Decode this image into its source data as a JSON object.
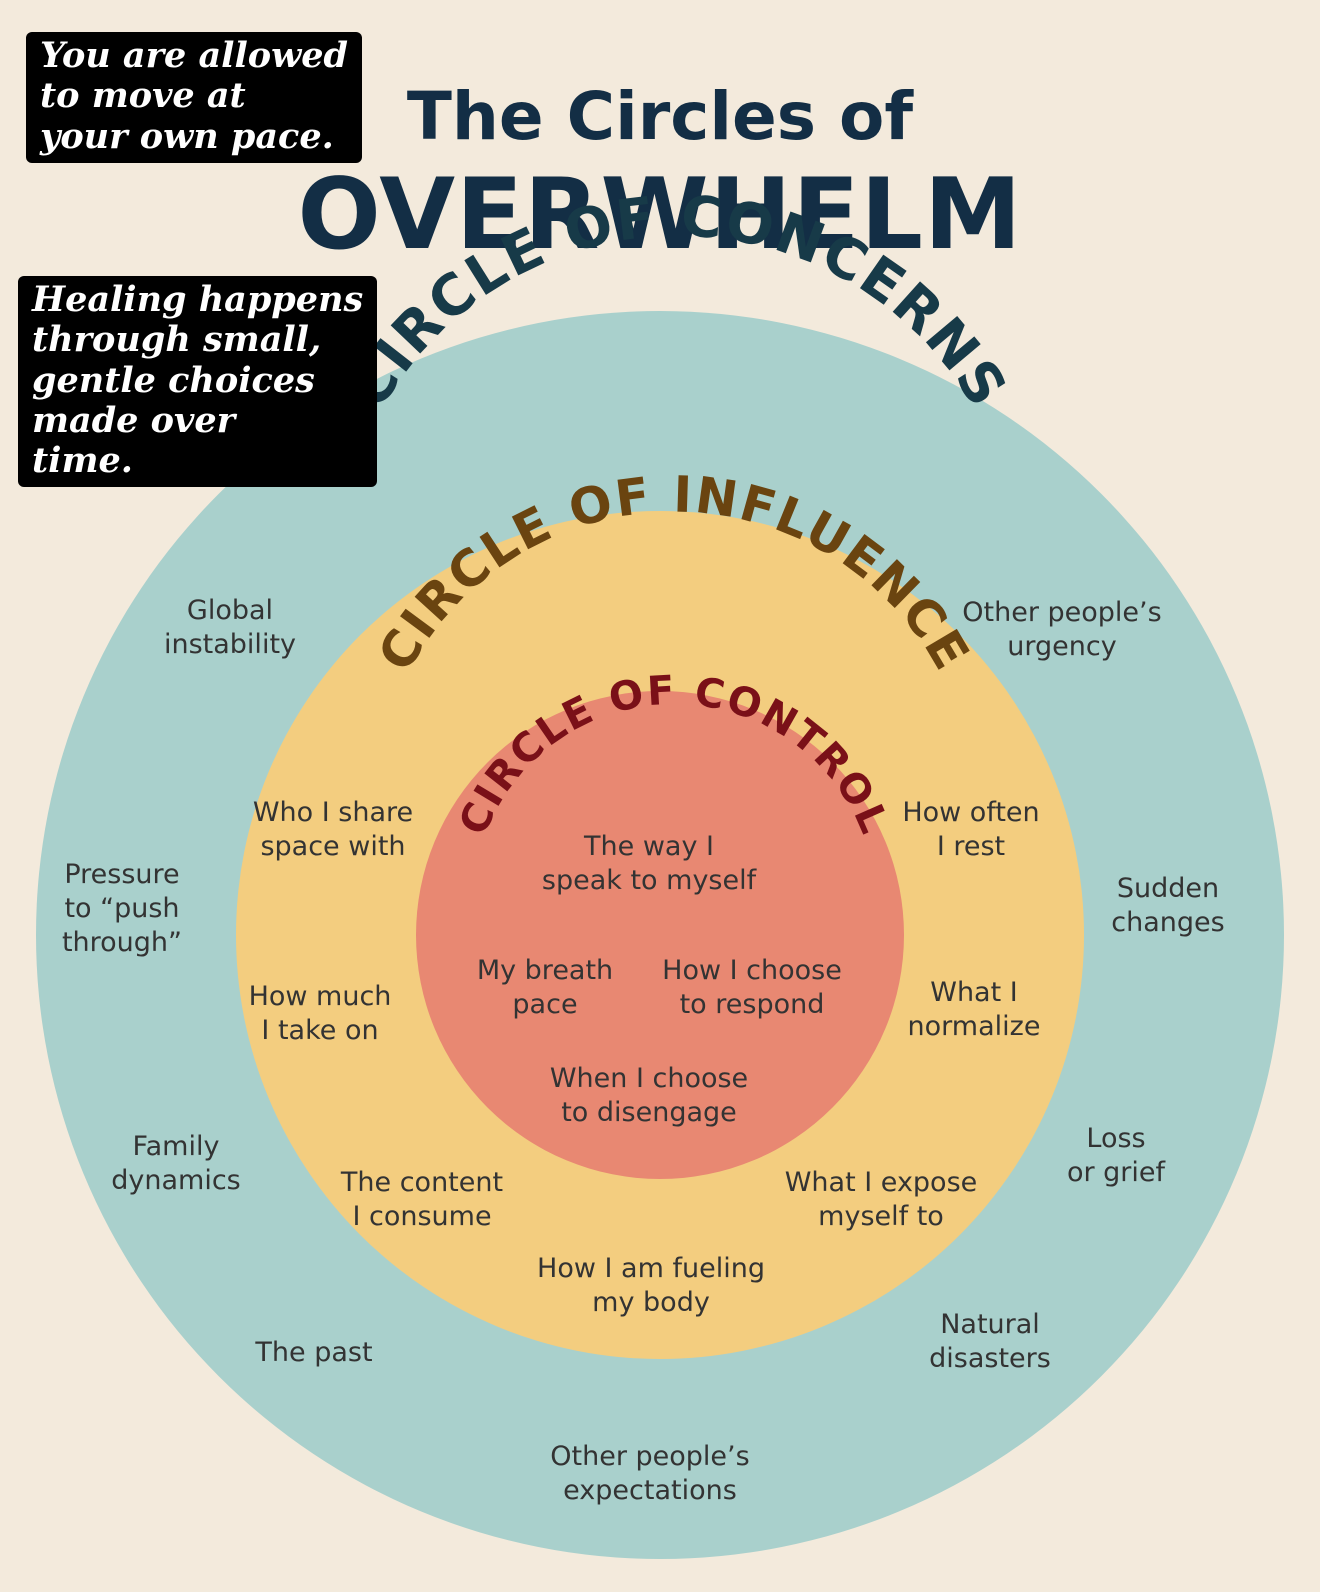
{
  "title": {
    "line1": "The Circles of",
    "line2": "OVERWHELM"
  },
  "captions": {
    "pace": [
      "You are allowed",
      "to move at",
      "your own pace."
    ],
    "healing": [
      "Healing happens",
      "through small,",
      "gentle choices",
      "made over",
      "time."
    ]
  },
  "colors": {
    "background": "#f3eadc",
    "concern_ring": "#a9d0cc",
    "influence_ring": "#f3cd7f",
    "control_core": "#e88872",
    "title": "#132e45",
    "concern_label": "#173a48",
    "influence_label": "#6a4410",
    "control_label": "#7a1018",
    "item_text": "#333333"
  },
  "circles": {
    "concern": {
      "label": "CIRCLE OF CONCERNS",
      "items": [
        [
          "Global",
          "instability"
        ],
        [
          "Other people’s",
          "urgency"
        ],
        [
          "Pressure",
          "to “push",
          "through”"
        ],
        [
          "Sudden",
          "changes"
        ],
        [
          "Family",
          "dynamics"
        ],
        [
          "Loss",
          "or grief"
        ],
        [
          "The past"
        ],
        [
          "Natural",
          "disasters"
        ],
        [
          "Other people’s",
          "expectations"
        ]
      ]
    },
    "influence": {
      "label": "CIRCLE OF INFLUENCE",
      "items": [
        [
          "Who I share",
          "space with"
        ],
        [
          "How often",
          "I rest"
        ],
        [
          "How much",
          "I take on"
        ],
        [
          "What I",
          "normalize"
        ],
        [
          "The content",
          "I consume"
        ],
        [
          "What I expose",
          "myself to"
        ],
        [
          "How I am fueling",
          "my body"
        ]
      ]
    },
    "control": {
      "label": "CIRCLE OF CONTROL",
      "items": [
        [
          "The way I",
          "speak to myself"
        ],
        [
          "My breath",
          "pace"
        ],
        [
          "How I choose",
          "to respond"
        ],
        [
          "When I choose",
          "to disengage"
        ]
      ]
    }
  }
}
